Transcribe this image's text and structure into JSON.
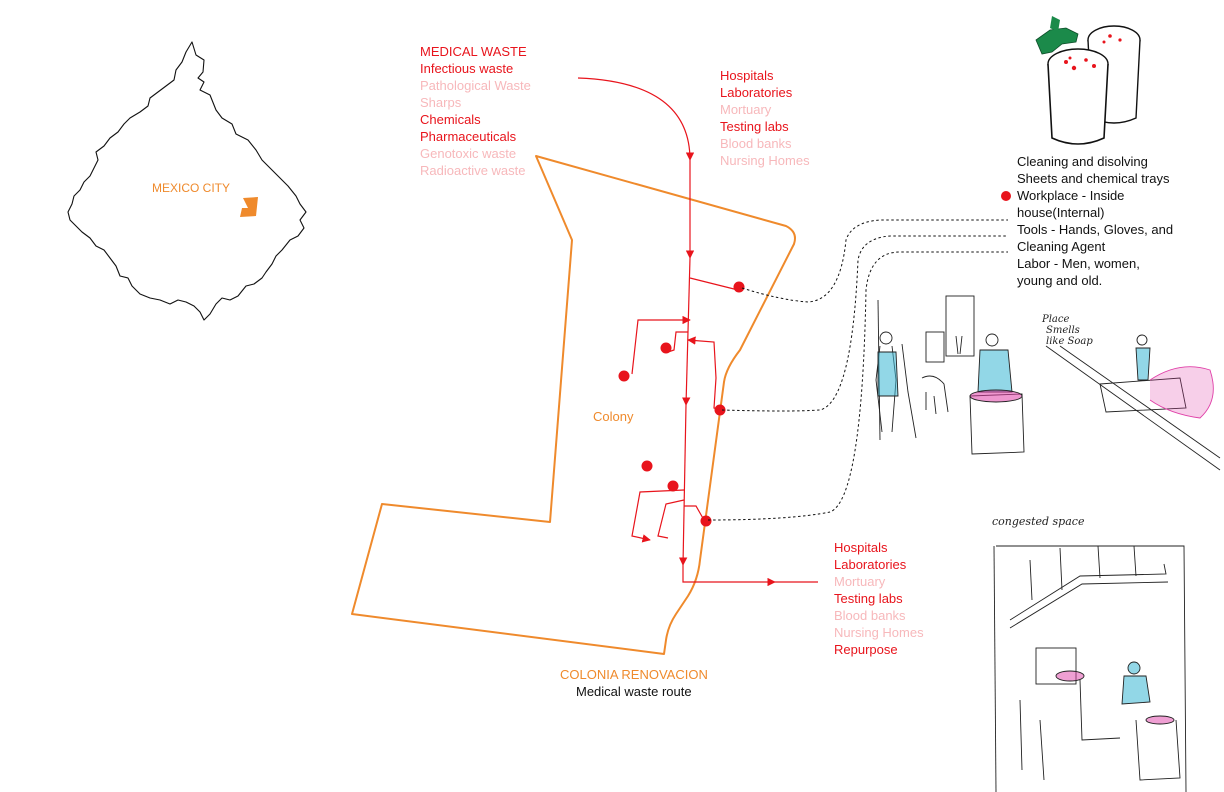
{
  "mexico_city_label": "MEXICO CITY",
  "medical_waste": {
    "title": "MEDICAL WASTE",
    "items": [
      {
        "text": "Infectious waste",
        "active": true
      },
      {
        "text": "Pathological Waste",
        "active": false
      },
      {
        "text": "Sharps",
        "active": false
      },
      {
        "text": "Chemicals",
        "active": true
      },
      {
        "text": "Pharmaceuticals",
        "active": true
      },
      {
        "text": "Genotoxic waste",
        "active": false
      },
      {
        "text": "Radioactive waste",
        "active": false
      }
    ]
  },
  "sources_top": [
    {
      "text": "Hospitals",
      "active": true
    },
    {
      "text": "Laboratories",
      "active": true
    },
    {
      "text": "Mortuary",
      "active": false
    },
    {
      "text": "Testing labs",
      "active": true
    },
    {
      "text": "Blood banks",
      "active": false
    },
    {
      "text": "Nursing Homes",
      "active": false
    }
  ],
  "sources_bottom": [
    {
      "text": "Hospitals",
      "active": true
    },
    {
      "text": "Laboratories",
      "active": true
    },
    {
      "text": "Mortuary",
      "active": false
    },
    {
      "text": "Testing labs",
      "active": true
    },
    {
      "text": "Blood banks",
      "active": false
    },
    {
      "text": "Nursing Homes",
      "active": false
    },
    {
      "text": "Repurpose",
      "active": true
    }
  ],
  "colony_label": "Colony",
  "footer": {
    "title": "COLONIA RENOVACION",
    "subtitle": "Medical waste route"
  },
  "description": {
    "lines": [
      "Cleaning and disolving",
      "Sheets and chemical trays",
      "Workplace - Inside",
      "house(Internal)",
      "Tools - Hands, Gloves, and",
      "Cleaning Agent",
      "Labor - Men, women,",
      "young and old."
    ],
    "bullet_line_index": 2
  },
  "sketch_notes": {
    "smell_note": [
      "Place",
      "Smells",
      "like Soap"
    ],
    "space_note": "congested space"
  },
  "colors": {
    "route": "#e8141c",
    "boundary": "#ef8a2c",
    "inactive": "#f7b8bb",
    "ink": "#111111",
    "figure_blue": "#39b6d4",
    "tray_pink": "#e040a8",
    "glove_green": "#1b8a4a"
  }
}
